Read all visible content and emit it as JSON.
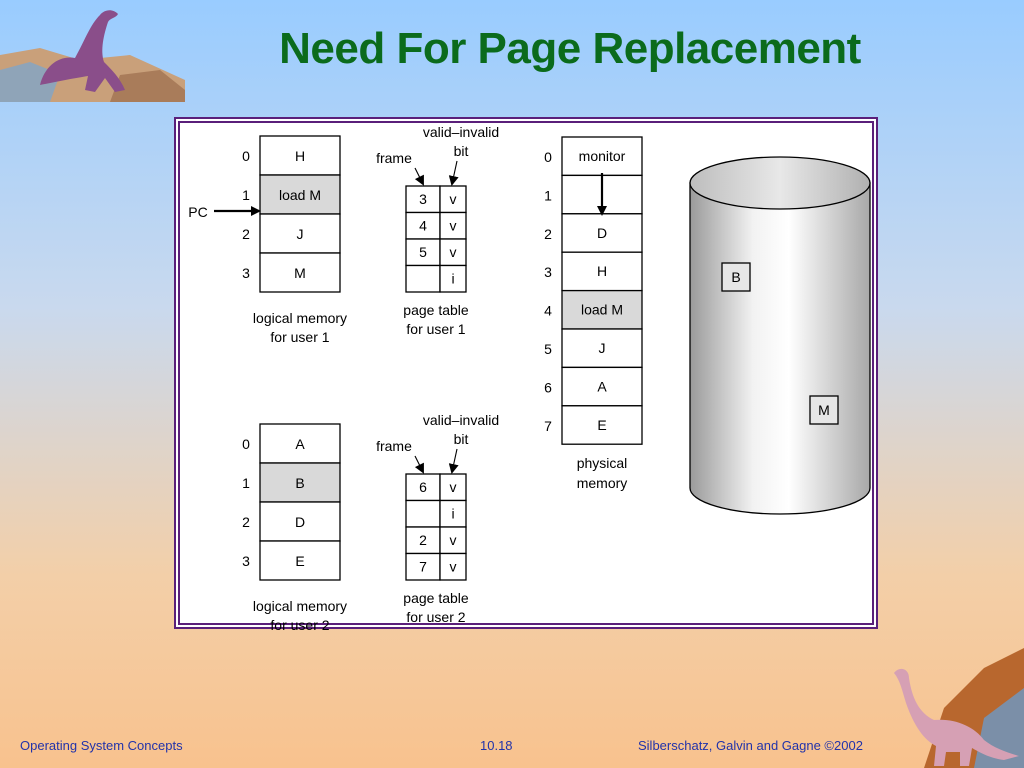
{
  "title": "Need For Page Replacement",
  "footer": {
    "left": "Operating System Concepts",
    "center": "10.18",
    "right": "Silberschatz, Galvin and  Gagne ©2002"
  },
  "diagram": {
    "user1_logical": {
      "indices": [
        "0",
        "1",
        "2",
        "3"
      ],
      "cells": [
        "H",
        "load M",
        "J",
        "M"
      ],
      "caption1": "logical memory",
      "caption2": "for user 1"
    },
    "user1_pagetable": {
      "frames": [
        "3",
        "4",
        "5",
        ""
      ],
      "bits": [
        "v",
        "v",
        "v",
        "i"
      ],
      "caption1": "page table",
      "caption2": "for user 1"
    },
    "user2_logical": {
      "indices": [
        "0",
        "1",
        "2",
        "3"
      ],
      "cells": [
        "A",
        "B",
        "D",
        "E"
      ],
      "caption1": "logical memory",
      "caption2": "for user 2"
    },
    "user2_pagetable": {
      "frames": [
        "6",
        "",
        "2",
        "7"
      ],
      "bits": [
        "v",
        "i",
        "v",
        "v"
      ],
      "caption1": "page table",
      "caption2": "for user 2"
    },
    "labels": {
      "valid_invalid": "valid–invalid",
      "bit": "bit",
      "frame": "frame",
      "pc": "PC"
    },
    "physical": {
      "indices": [
        "0",
        "1",
        "2",
        "3",
        "4",
        "5",
        "6",
        "7"
      ],
      "cells": [
        "monitor",
        "",
        "D",
        "H",
        "load M",
        "J",
        "A",
        "E"
      ],
      "caption1": "physical",
      "caption2": "memory"
    },
    "disk": {
      "items": [
        "B",
        "M"
      ]
    },
    "highlight_color": "#d9d9d9",
    "title_color": "#0b6b1c",
    "frame_color": "#5a1f7a"
  }
}
